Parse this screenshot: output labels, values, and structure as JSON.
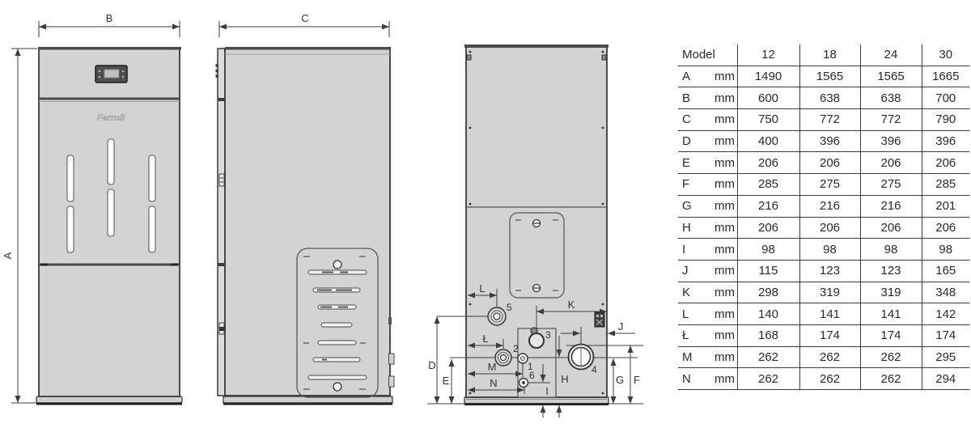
{
  "diagram": {
    "brand_logo": "Ferroli",
    "dim_labels": {
      "a": "A",
      "b": "B",
      "c": "C",
      "d": "D",
      "e": "E",
      "f": "F",
      "g": "G",
      "h": "H",
      "i": "I",
      "j": "J",
      "k": "K",
      "l": "L",
      "l_slash": "Ł",
      "m": "M",
      "n": "N"
    },
    "fitting_labels": {
      "n1": "1",
      "n2": "2",
      "n3": "3",
      "n4": "4",
      "n5": "5",
      "n6": "6"
    }
  },
  "table": {
    "header_label": "Model",
    "columns": [
      "12",
      "18",
      "24",
      "30"
    ],
    "rows": [
      {
        "dim": "A",
        "unit": "mm",
        "values": [
          "1490",
          "1565",
          "1565",
          "1665"
        ]
      },
      {
        "dim": "B",
        "unit": "mm",
        "values": [
          "600",
          "638",
          "638",
          "700"
        ]
      },
      {
        "dim": "C",
        "unit": "mm",
        "values": [
          "750",
          "772",
          "772",
          "790"
        ]
      },
      {
        "dim": "D",
        "unit": "mm",
        "values": [
          "400",
          "396",
          "396",
          "396"
        ]
      },
      {
        "dim": "E",
        "unit": "mm",
        "values": [
          "206",
          "206",
          "206",
          "206"
        ]
      },
      {
        "dim": "F",
        "unit": "mm",
        "values": [
          "285",
          "275",
          "275",
          "285"
        ]
      },
      {
        "dim": "G",
        "unit": "mm",
        "values": [
          "216",
          "216",
          "216",
          "201"
        ]
      },
      {
        "dim": "H",
        "unit": "mm",
        "values": [
          "206",
          "206",
          "206",
          "206"
        ]
      },
      {
        "dim": "I",
        "unit": "mm",
        "values": [
          "98",
          "98",
          "98",
          "98"
        ]
      },
      {
        "dim": "J",
        "unit": "mm",
        "values": [
          "115",
          "123",
          "123",
          "165"
        ]
      },
      {
        "dim": "K",
        "unit": "mm",
        "values": [
          "298",
          "319",
          "319",
          "348"
        ]
      },
      {
        "dim": "L",
        "unit": "mm",
        "values": [
          "140",
          "141",
          "141",
          "142"
        ]
      },
      {
        "dim": "Ł",
        "unit": "mm",
        "values": [
          "168",
          "174",
          "174",
          "174"
        ]
      },
      {
        "dim": "M",
        "unit": "mm",
        "values": [
          "262",
          "262",
          "262",
          "295"
        ]
      },
      {
        "dim": "N",
        "unit": "mm",
        "values": [
          "262",
          "262",
          "262",
          "294"
        ]
      }
    ]
  },
  "colors": {
    "panel_fill": "#d3d3d3",
    "outline": "#3a3a3a",
    "dim_line": "#3d3d3d",
    "text": "#2a2a2a"
  }
}
